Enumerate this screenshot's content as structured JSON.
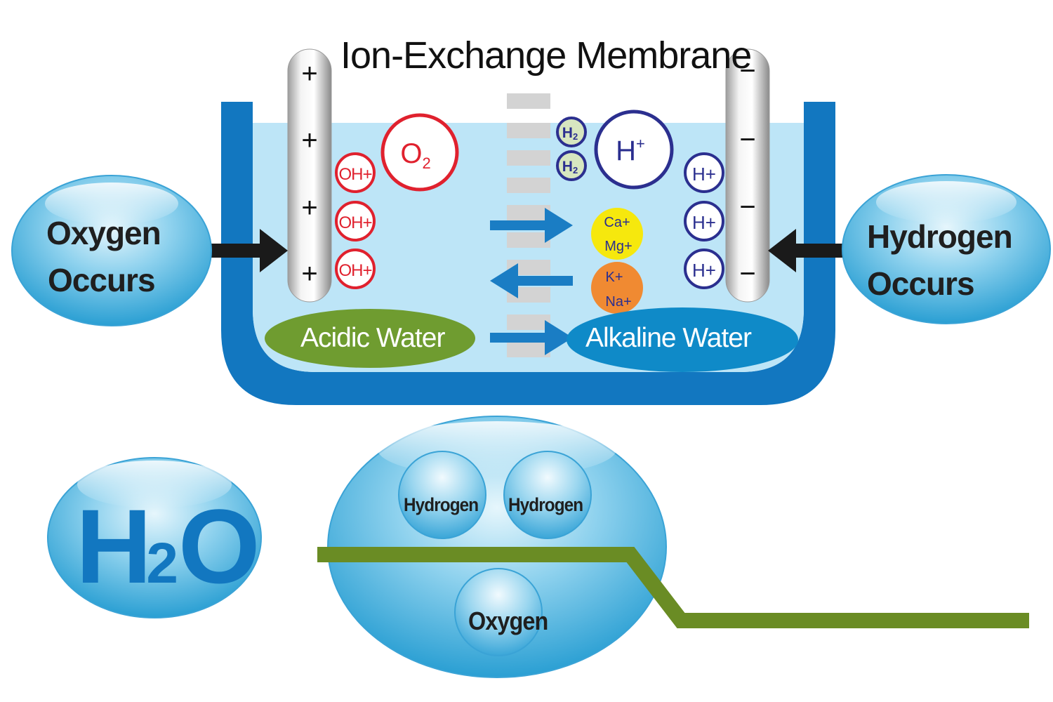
{
  "title": "Ion-Exchange Membrane",
  "left_bubble": {
    "line1": "Oxygen",
    "line2": "Occurs"
  },
  "right_bubble": {
    "line1": "Hydrogen",
    "line2": "Occurs"
  },
  "anode": {
    "signs": [
      "+",
      "+",
      "+",
      "+"
    ]
  },
  "cathode": {
    "signs": [
      "−",
      "−",
      "−",
      "−"
    ]
  },
  "ions_left": [
    "OH+",
    "OH+",
    "OH+"
  ],
  "o2": {
    "main": "O",
    "sub": "2"
  },
  "h2": [
    {
      "main": "H",
      "sub": "2"
    },
    {
      "main": "H",
      "sub": "2"
    }
  ],
  "h_plus_big": {
    "main": "H",
    "sup": "+"
  },
  "ions_right": [
    "H+",
    "H+",
    "H+"
  ],
  "cations_1": [
    "Ca+",
    "Mg+"
  ],
  "cations_2": [
    "K+",
    "Na+"
  ],
  "water": {
    "acidic": "Acidic Water",
    "alkaline": "Alkaline Water"
  },
  "h2o": {
    "main": "H",
    "sub": "2",
    "end": "O"
  },
  "molecule": {
    "hydrogen_1": "Hydrogen",
    "hydrogen_2": "Hydrogen",
    "oxygen": "Oxygen"
  },
  "colors": {
    "tank": "#1277c0",
    "water": "#bde5f7",
    "membrane": "#d3d3d3",
    "acidic": "#6f9c30",
    "alkaline": "#0f8ac8",
    "oh_red": "#e0212e",
    "h_navy": "#2b2f8f",
    "ca_yellow": "#f6e80d",
    "k_orange": "#f08a32",
    "arrow_blue": "#1a7dc4",
    "line_green": "#6a8c24"
  }
}
